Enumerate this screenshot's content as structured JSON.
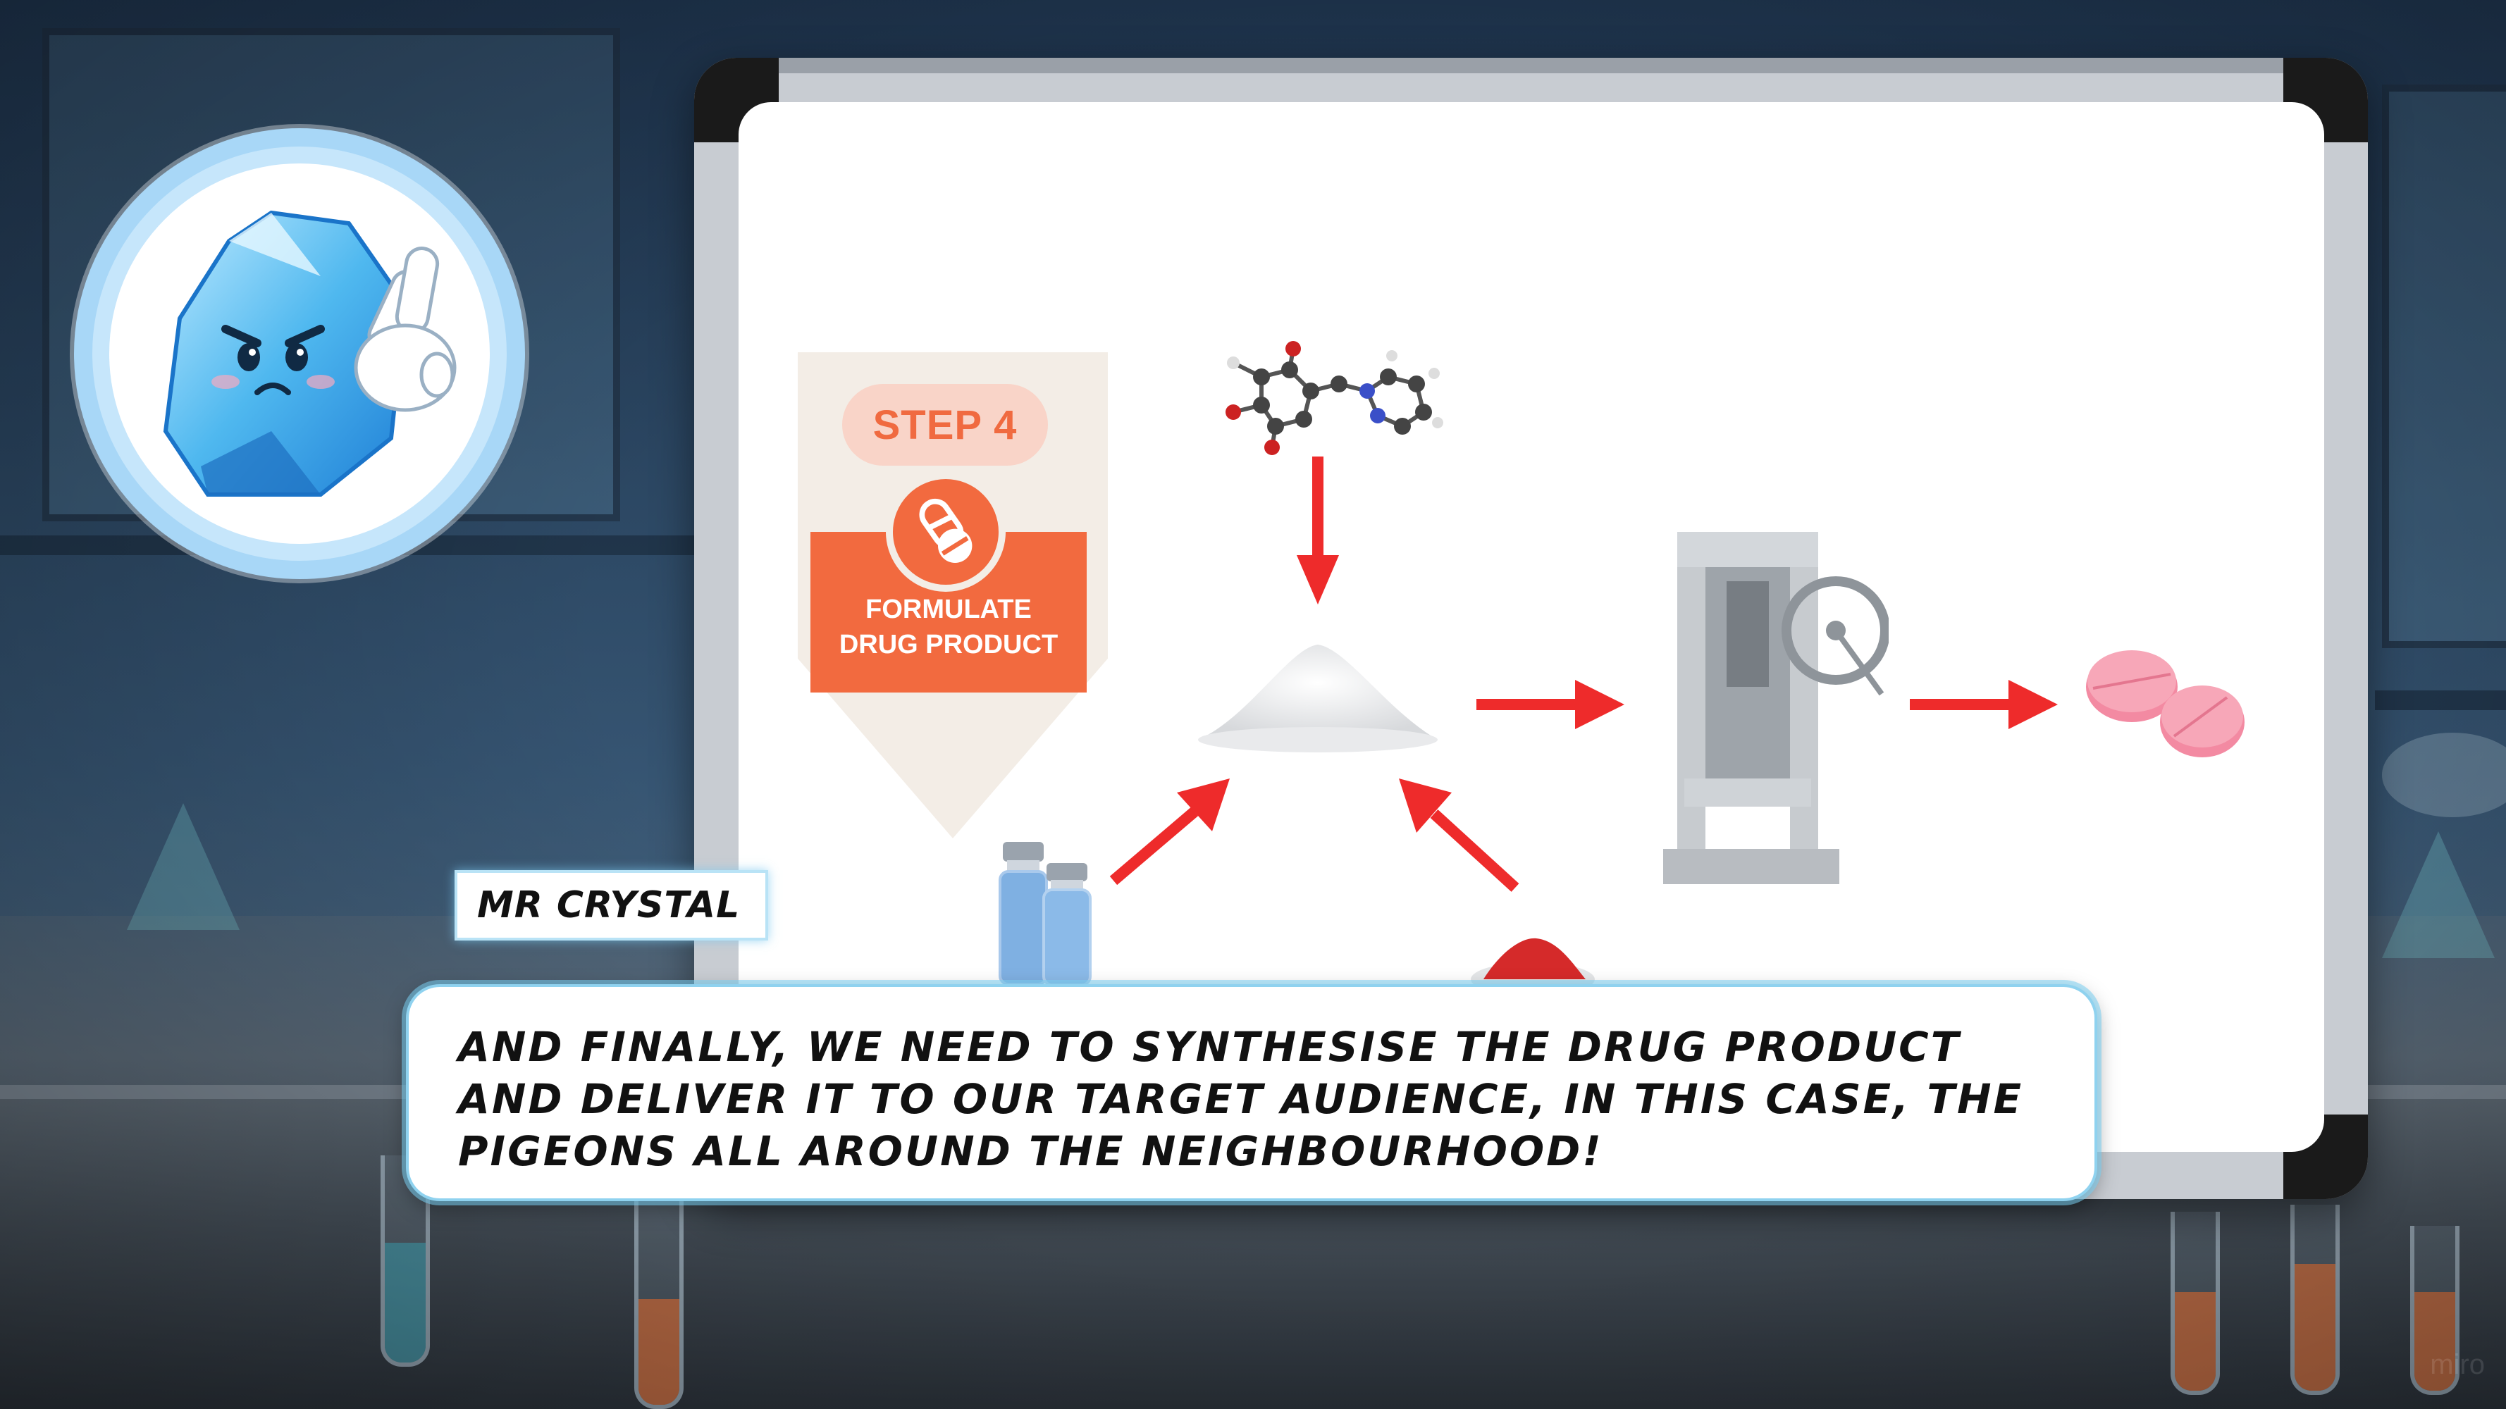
{
  "scene": {
    "watermark": "miro"
  },
  "whiteboard": {
    "step_badge": {
      "step_label": "STEP 4",
      "title_line1": "FORMULATE",
      "title_line2": "DRUG PRODUCT",
      "icon": "pill-capsule-icon",
      "color_primary": "#f26a3f",
      "color_pill_bg": "#f9d4c8"
    },
    "flow": {
      "arrow_color": "#ee2b2b",
      "items": [
        "molecule-model",
        "white-powder",
        "vials",
        "red-powder",
        "tablet-press",
        "pink-tablets"
      ]
    }
  },
  "character": {
    "name": "MR CRYSTAL",
    "avatar": "ice-crystal-character-icon"
  },
  "dialogue": {
    "text": "AND FINALLY, WE NEED TO SYNTHESISE THE DRUG PRODUCT AND DELIVER IT TO OUR TARGET AUDIENCE, IN THIS CASE, THE PIGEONS ALL AROUND THE NEIGHBOURHOOD!"
  }
}
